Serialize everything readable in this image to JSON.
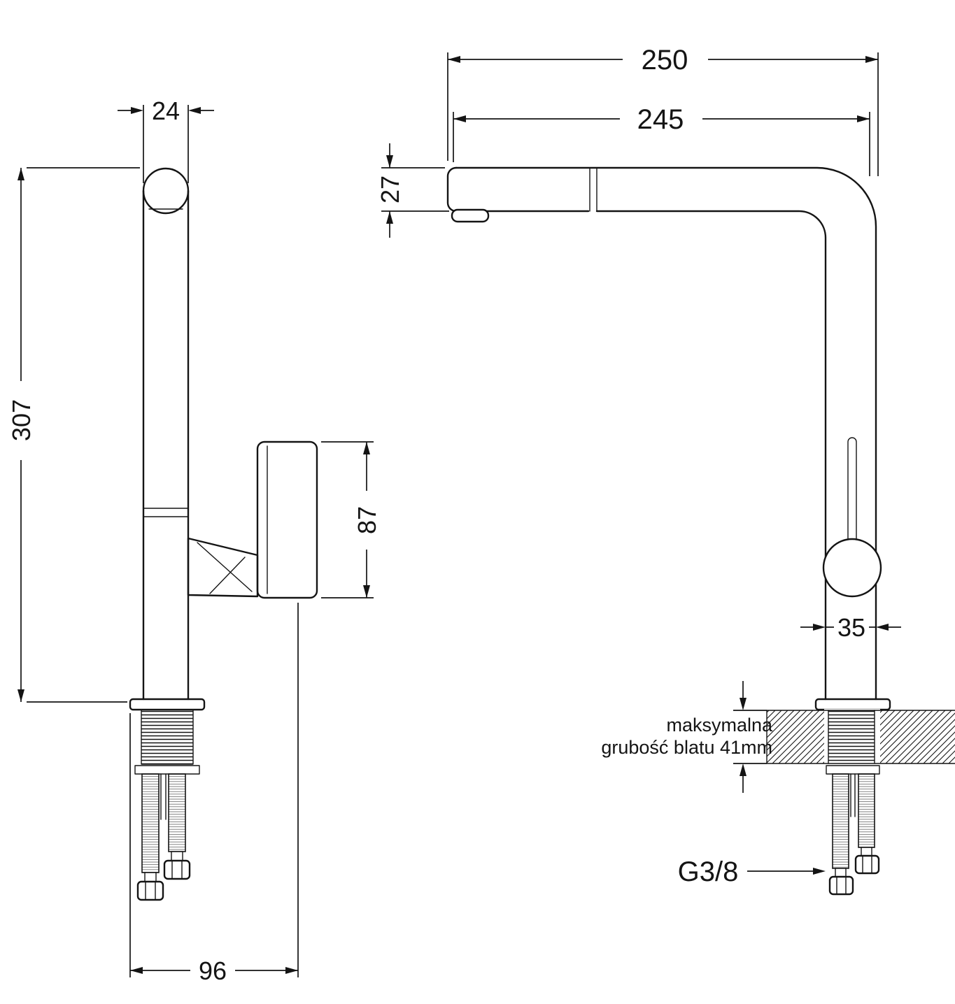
{
  "side_view": {
    "dims": {
      "spout_width": "24",
      "total_height": "307",
      "handle_length": "87",
      "base_depth": "96"
    }
  },
  "front_view": {
    "dims": {
      "overall_reach": "250",
      "spout_reach": "245",
      "spout_height": "27",
      "body_width": "35"
    },
    "notes": {
      "counter_line1": "maksymalna",
      "counter_line2": "grubość blatu 41mm",
      "connection_thread": "G3/8"
    }
  }
}
